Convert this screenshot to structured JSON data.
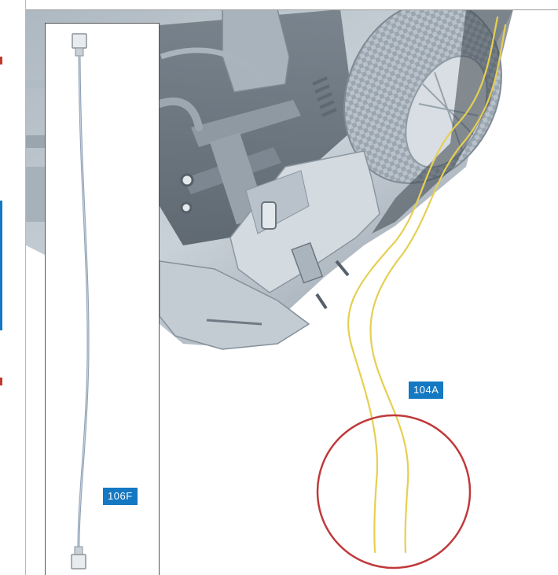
{
  "labels": {
    "part_104A": "104A",
    "part_106F": "106F"
  },
  "colors": {
    "label_bg": "#1478c2",
    "highlight_circle": "#c0393b",
    "wire": "#e6cf52",
    "body_grey": "#c9d0d6",
    "edge_red": "#c0392b",
    "edge_blue": "#1478c2"
  },
  "icons": {
    "highlight": "red-circle-callout"
  }
}
